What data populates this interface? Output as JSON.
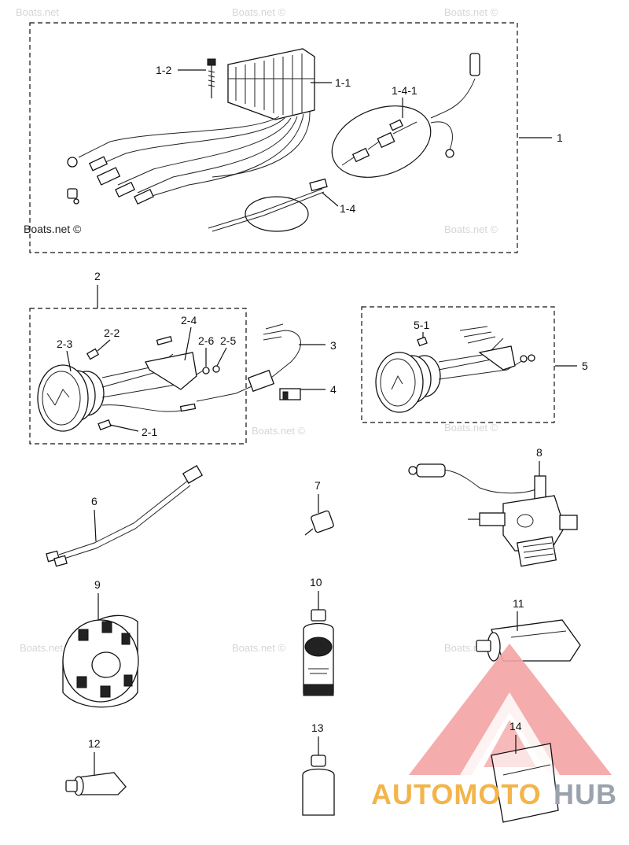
{
  "watermark": {
    "text": "Boats.net ©",
    "text_plain": "Boats.net"
  },
  "labels": {
    "l1": "1",
    "l1_1": "1-1",
    "l1_2": "1-2",
    "l1_4": "1-4",
    "l1_4_1": "1-4-1",
    "l2": "2",
    "l2_1": "2-1",
    "l2_2": "2-2",
    "l2_3": "2-3",
    "l2_4": "2-4",
    "l2_5": "2-5",
    "l2_6": "2-6",
    "l3": "3",
    "l4": "4",
    "l5": "5",
    "l5_1": "5-1",
    "l6": "6",
    "l7": "7",
    "l8": "8",
    "l9": "9",
    "l10": "10",
    "l11": "11",
    "l12": "12",
    "l13": "13",
    "l14": "14"
  },
  "logo": {
    "text_a": "AUTOMOTO",
    "text_b": "HUB",
    "triangle_color": "#f4a3a3",
    "accent_color": "#f3b44a",
    "gray_color": "#9aa3ad"
  }
}
